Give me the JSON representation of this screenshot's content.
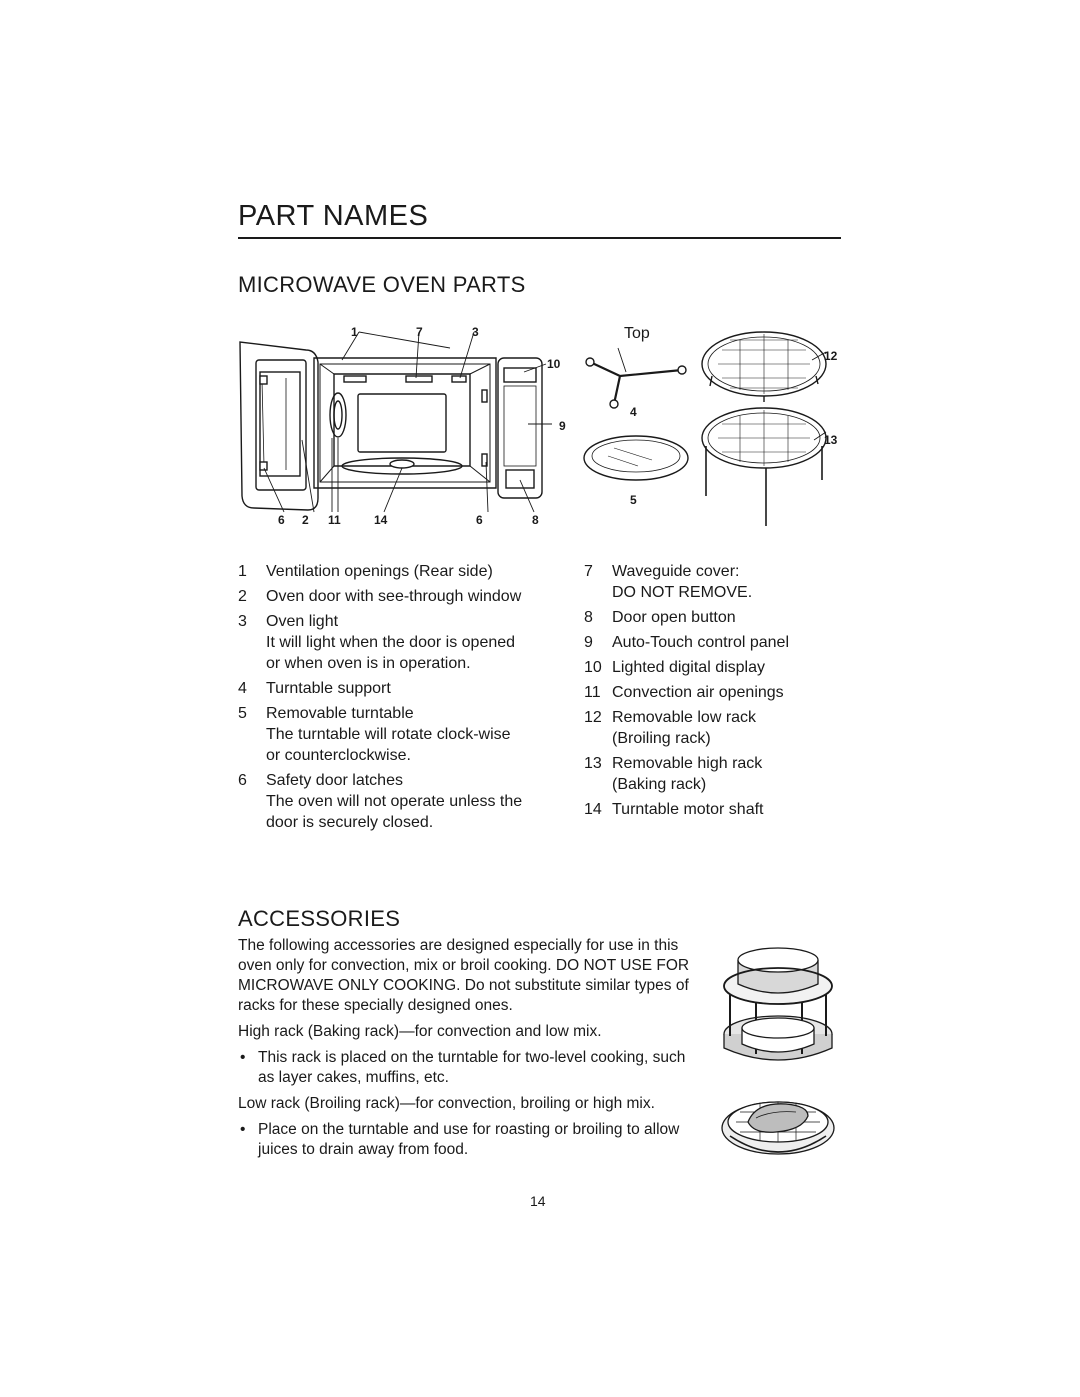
{
  "page": {
    "title": "PART NAMES",
    "page_number": "14"
  },
  "microwave_section": {
    "heading": "MICROWAVE OVEN PARTS",
    "diagram": {
      "top_label": "Top",
      "callouts_top": [
        "1",
        "7",
        "3"
      ],
      "callouts_side": [
        "10",
        "9"
      ],
      "callouts_bottom": [
        "6",
        "2",
        "11",
        "14",
        "6",
        "8"
      ],
      "callouts_accessories": [
        "4",
        "5",
        "12",
        "13"
      ]
    },
    "parts_left": [
      {
        "num": "1",
        "name": "Ventilation openings (Rear side)",
        "note": ""
      },
      {
        "num": "2",
        "name": "Oven door with see-through window",
        "note": ""
      },
      {
        "num": "3",
        "name": "Oven light",
        "note": "It will light when the door is opened or when oven is in operation."
      },
      {
        "num": "4",
        "name": "Turntable support",
        "note": ""
      },
      {
        "num": "5",
        "name": "Removable turntable",
        "note": "The turntable will rotate clock-wise or counterclockwise."
      },
      {
        "num": "6",
        "name": "Safety door latches",
        "note": "The oven will not operate unless the door is securely closed."
      }
    ],
    "parts_right": [
      {
        "num": "7",
        "name": "Waveguide cover:",
        "note": "DO NOT REMOVE."
      },
      {
        "num": "8",
        "name": "Door open button",
        "note": ""
      },
      {
        "num": "9",
        "name": "Auto-Touch control panel",
        "note": ""
      },
      {
        "num": "10",
        "name": "Lighted digital display",
        "note": ""
      },
      {
        "num": "11",
        "name": "Convection air openings",
        "note": ""
      },
      {
        "num": "12",
        "name": "Removable low rack",
        "note": "(Broiling rack)"
      },
      {
        "num": "13",
        "name": "Removable high rack",
        "note": "(Baking rack)"
      },
      {
        "num": "14",
        "name": "Turntable motor shaft",
        "note": ""
      }
    ]
  },
  "accessories_section": {
    "heading": "ACCESSORIES",
    "intro": "The following accessories are designed especially for use in this oven only for convection, mix or broil cooking. DO NOT USE FOR MICROWAVE ONLY COOKING. Do not substitute similar types of racks for these specially designed ones.",
    "high_rack_line": "High rack (Baking rack)—for convection and low mix.",
    "high_rack_bullet": "This rack is placed on the turntable for two-level cooking, such as layer cakes, muffins, etc.",
    "low_rack_line": "Low rack (Broiling rack)—for convection, broiling or high mix.",
    "low_rack_bullet": "Place on the turntable and use for roasting or broiling to allow juices to drain away from food.",
    "bullet_symbol": "•"
  }
}
